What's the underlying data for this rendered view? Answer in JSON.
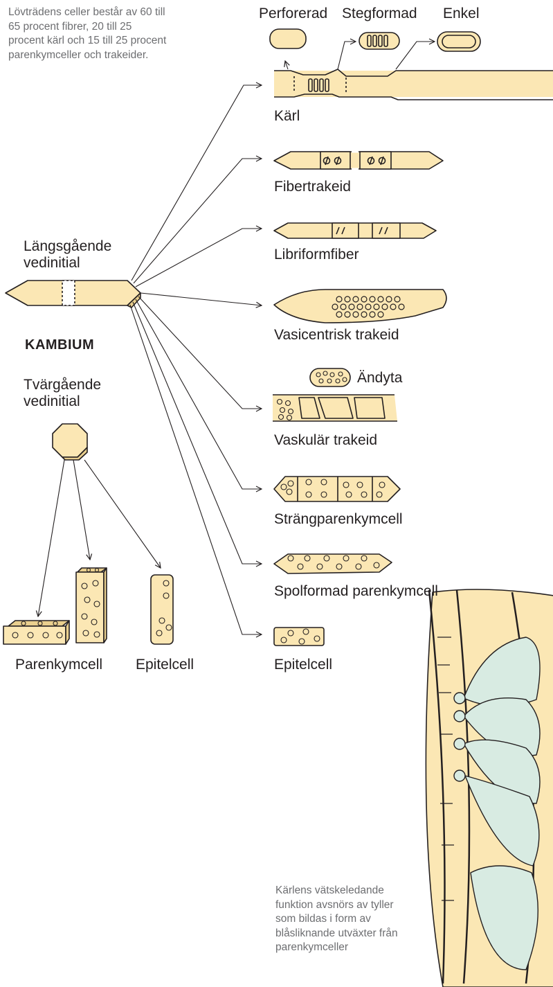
{
  "notes": {
    "top": "Lövträdens celler består av 60 till 65 procent fibrer, 20 till 25 procent kärl och 15 till 25 procent parenkymceller och trakeider.",
    "bottom": "Kärlens vätskeledande funktion avsnörs av tyller som bildas i form av blåsliknande utväxter från parenkymceller"
  },
  "kambium": {
    "title": "KAMBIUM",
    "longitudinal": "Längsgående vedinitial",
    "transverse": "Tvärgående vedinitial"
  },
  "perforations": {
    "perforerad": "Perforerad",
    "stegformad": "Stegformad",
    "enkel": "Enkel"
  },
  "cells": {
    "karl": "Kärl",
    "fibertrakeid": "Fibertrakeid",
    "libriform": "Libriformfiber",
    "vasicentrisk": "Vasicentrisk trakeid",
    "andyta": "Ändyta",
    "vaskular": "Vaskulär trakeid",
    "strang": "Strängparenkymcell",
    "spolformad": "Spolformad parenkymcell",
    "epitel_right": "Epitelcell",
    "parenkym_left": "Parenkymcell",
    "epitel_left": "Epitelcell"
  },
  "colors": {
    "cell_fill": "#fbe7b4",
    "tylose_fill": "#d8ebe2",
    "outline": "#231f20",
    "note_text": "#6d6e71"
  }
}
